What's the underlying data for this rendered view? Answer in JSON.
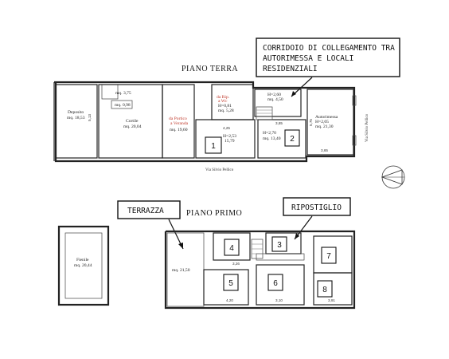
{
  "callouts": {
    "corridoio": "CORRIDOIO DI COLLEGAMENTO TRA\nAUTORIMESSA E LOCALI\nRESIDENZIALI",
    "terrazza": "TERRAZZA",
    "ripostiglio": "RIPOSTIGLIO"
  },
  "sections": {
    "piano_terra": "PIANO TERRA",
    "piano_primo": "PIANO PRIMO"
  },
  "piano_terra": {
    "deposito": {
      "name": "Deposito",
      "area": "mq. 18,53"
    },
    "small_area": "mq. 3,75",
    "small_area2": "mq. 0,98",
    "cortile": {
      "name": "Cortile",
      "area": "mq. 20,04"
    },
    "portico": {
      "name": "da Portico\na Veranda",
      "area": "mq. 19,60"
    },
    "rip_wc": {
      "name": "da Rip.\na Wc",
      "h": "H=0,81",
      "area": "mq. 5,28"
    },
    "corridor_h": "H=2,60",
    "corridor_area": "mq. 4,50",
    "room1_h": "H=2,53",
    "room1_area": "15,79",
    "room2_h": "H=2,70",
    "room2_area": "mq. 13,40",
    "autorimessa": {
      "name": "Autorimessa",
      "h": "H=2,05",
      "area": "mq. 21,30"
    },
    "street": "Via Silvio Pellico",
    "street_side": "Via Silvio Pellico",
    "dim_425": "4,25",
    "dim_385": "3,85",
    "dim_365": "3,65",
    "dim_513": "5,13",
    "dim_575": "5,75"
  },
  "piano_primo": {
    "fienile": {
      "name": "Fienile",
      "area": "mq. 20,44"
    },
    "terrace_area": "mq. 21,50",
    "dim_326": "3,26",
    "dim_420": "4,20",
    "dim_310": "3,10",
    "dim_391": "3,91"
  },
  "numbers": [
    "1",
    "2",
    "3",
    "4",
    "5",
    "6",
    "7",
    "8"
  ]
}
